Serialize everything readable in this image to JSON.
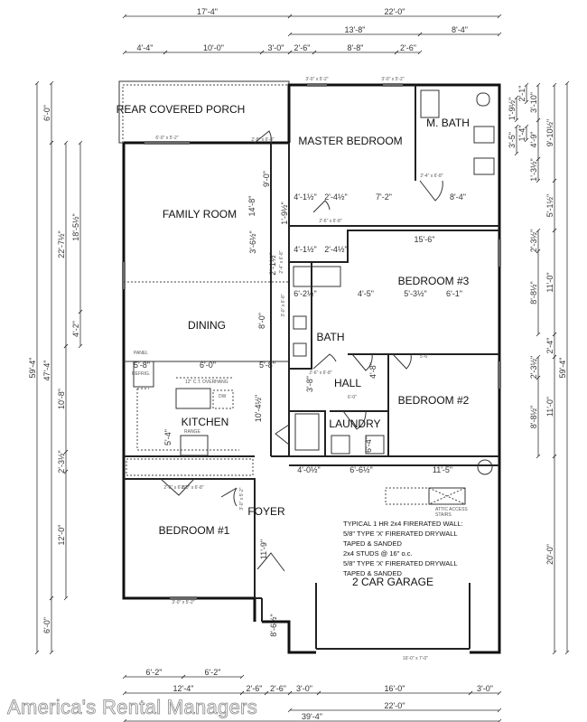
{
  "rooms": {
    "porch": "REAR COVERED PORCH",
    "family": "FAMILY ROOM",
    "dining": "DINING",
    "kitchen": "KITCHEN",
    "bed1": "BEDROOM #1",
    "foyer": "FOYER",
    "master": "MASTER BEDROOM",
    "mbath": "M. BATH",
    "bed3": "BEDROOM #3",
    "bath": "BATH",
    "hall": "HALL",
    "bed2": "BEDROOM #2",
    "laundry": "LAUNDRY",
    "garage": "2 CAR GARAGE"
  },
  "dimensions": {
    "top": [
      "17'-4\"",
      "22'-0\"",
      "13'-8\"",
      "8'-4\"",
      "4'-4\"",
      "10'-0\"",
      "3'-0\"",
      "2'-6\"",
      "8'-8\"",
      "2'-6\""
    ],
    "bottom": [
      "6'-2\"",
      "6'-2\"",
      "12'-4\"",
      "2'-6\"",
      "2'-6\"",
      "3'-0\"",
      "16'-0\"",
      "3'-0\"",
      "22'-0\"",
      "39'-4\""
    ],
    "left": [
      "59'-4\"",
      "6'-0\"",
      "47'-4\"",
      "6'-0\"",
      "22'-7½\"",
      "10'-8\"",
      "2'-3½\"",
      "12'-0\"",
      "18'-5½\"",
      "4'-2\""
    ],
    "right": [
      "2'-1\"",
      "1'-9½\"",
      "3'-10\"",
      "9'-10½\"",
      "3'-5\"",
      "1'-4\"",
      "4'-9\"",
      "1'-3½\"",
      "5'-1½\"",
      "2'-3½\"",
      "8'-8½\"",
      "11'-0\"",
      "2'-4\"",
      "2'-3½\"",
      "8'-8½\"",
      "11'-0\"",
      "20'-0\"",
      "59'-4\""
    ],
    "interior": [
      "4'-1½\"",
      "2'-4½\"",
      "7'-2\"",
      "8'-4\"",
      "15'-6\"",
      "4'-1½\"",
      "2'-4½\"",
      "6'-2½\"",
      "4'-5\"",
      "5'-3½\"",
      "6'-1\"",
      "5'-8\"",
      "6'-0\"",
      "5'-8\"",
      "4'-0½\"",
      "6'-6½\"",
      "11'-5\"",
      "9'-0\"",
      "14'-8\"",
      "3'-6½\"",
      "2'-1½\"",
      "8'-0\"",
      "10'-4½\"",
      "5'-4\"",
      "3'-8\"",
      "4'-8\"",
      "6'-4\"",
      "11'-9\"",
      "8'-6½\"",
      "1'-9½\""
    ]
  },
  "openings": [
    "3'-0\" x 5'-2\"",
    "3'-0\" x 5'-2\"",
    "6'-0\" x 5'-2\"",
    "2'-8\" x 6'-8\"",
    "2'-4\" x 6'-8\"",
    "2'-6\" x 6'-8\"",
    "2'-4\" x 6'-8\"",
    "3'-0\" x 6'-8\"",
    "2'-6\" x 6'-8\"",
    "6'-0\"",
    "5'-6\"",
    "2'-8\" x 6'-8\"",
    "3'-0\" x 6'-8\"",
    "3'-0\" x 5'-2\"",
    "16'-0\" x 7'-0\"",
    "3'-0\" x 5'-2\""
  ],
  "fixtures": {
    "panel": "PANEL",
    "refrig": "REFRIG.",
    "dw": "DW",
    "overhang": "12\" C.T. OVERHANG",
    "range": "RANGE",
    "attic": "ATTIC ACCESS",
    "attic2": "STAIRS"
  },
  "firewall_note": [
    "TYPICAL 1 HR 2x4 FIRERATED WALL:",
    "5/8\" TYPE 'X' FIRERATED DRYWALL",
    "TAPED & SANDED",
    "2x4 STUDS @ 16\" o.c.",
    "5/8\" TYPE 'X' FIRERATED DRYWALL",
    "TAPED & SANDED"
  ],
  "watermark": "America's Rental Managers"
}
